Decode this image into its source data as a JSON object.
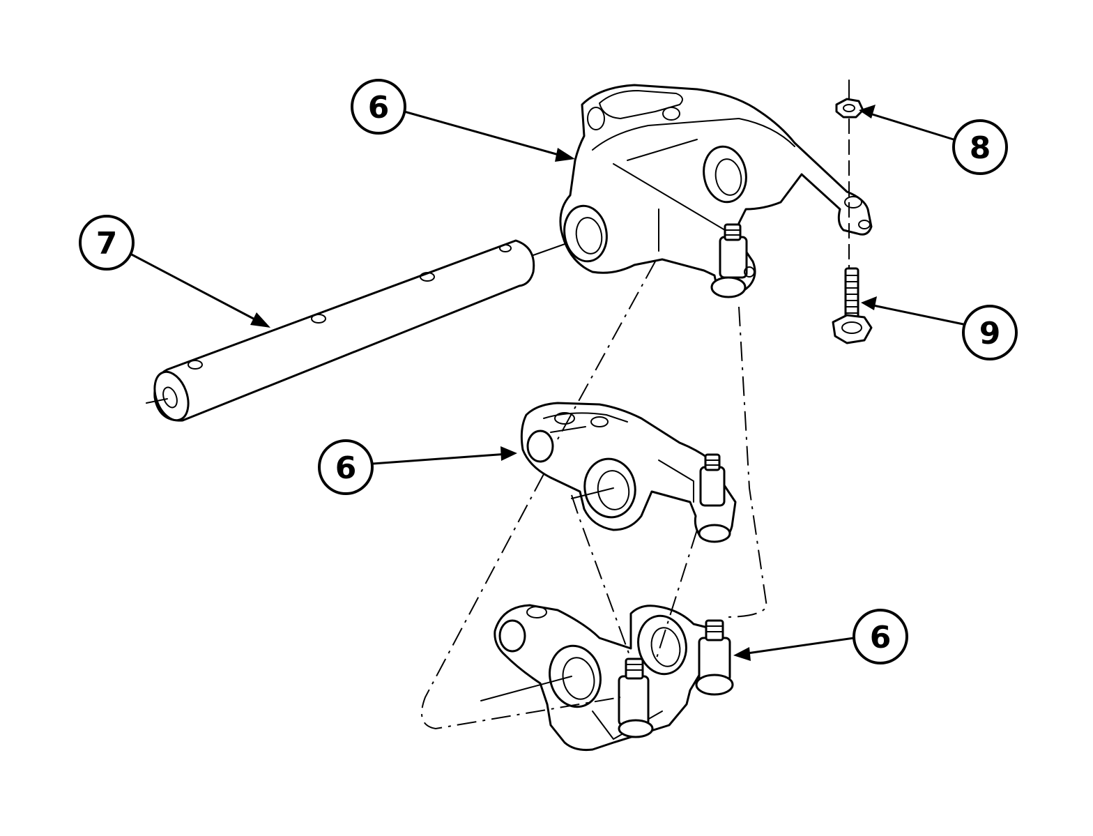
{
  "callouts": [
    {
      "id": "c6a",
      "label": "6"
    },
    {
      "id": "c7",
      "label": "7"
    },
    {
      "id": "c8",
      "label": "8"
    },
    {
      "id": "c9",
      "label": "9"
    },
    {
      "id": "c6b",
      "label": "6"
    },
    {
      "id": "c6c",
      "label": "6"
    }
  ]
}
